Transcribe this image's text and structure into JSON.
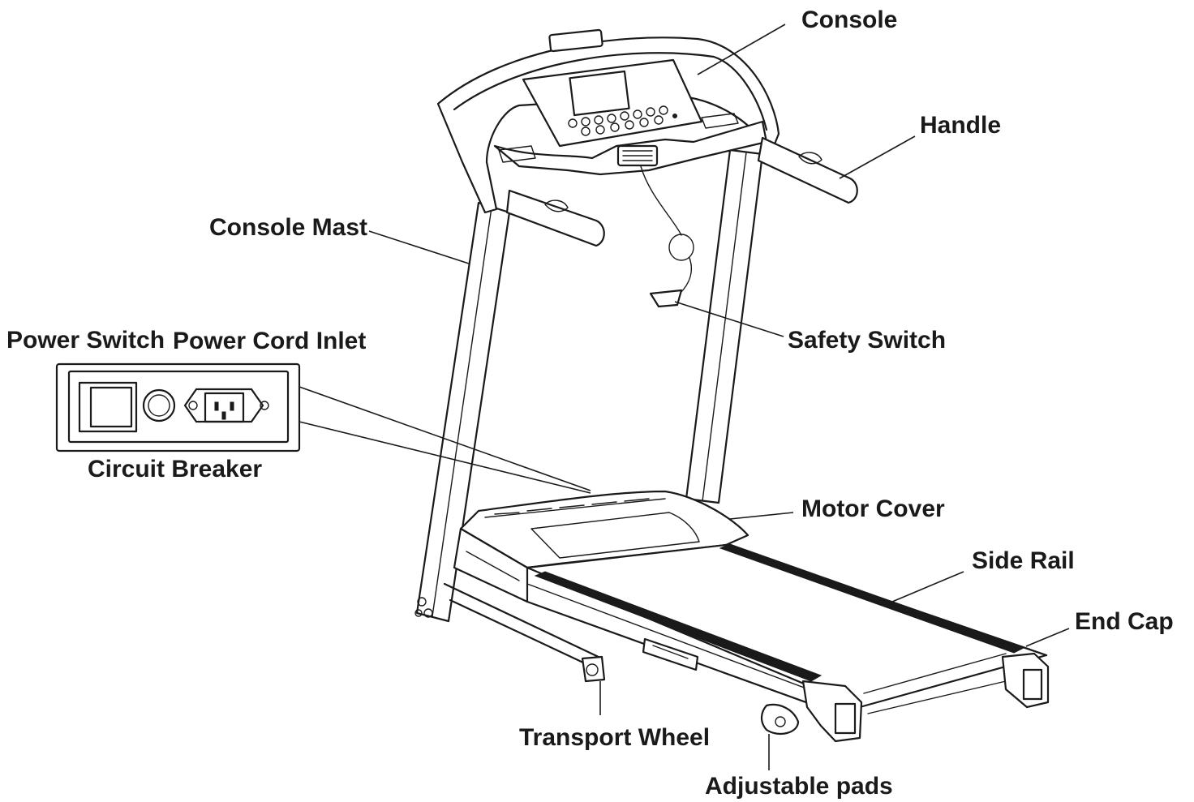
{
  "labels": {
    "console": "Console",
    "handle": "Handle",
    "console_mast": "Console Mast",
    "safety_switch": "Safety Switch",
    "power_switch": "Power Switch",
    "power_cord_inlet": "Power Cord Inlet",
    "circuit_breaker": "Circuit Breaker",
    "motor_cover": "Motor Cover",
    "side_rail": "Side Rail",
    "end_cap": "End Cap",
    "transport_wheel": "Transport Wheel",
    "adjustable_pads": "Adjustable pads"
  },
  "colors": {
    "line": "#1a1a1a",
    "background": "#ffffff"
  }
}
